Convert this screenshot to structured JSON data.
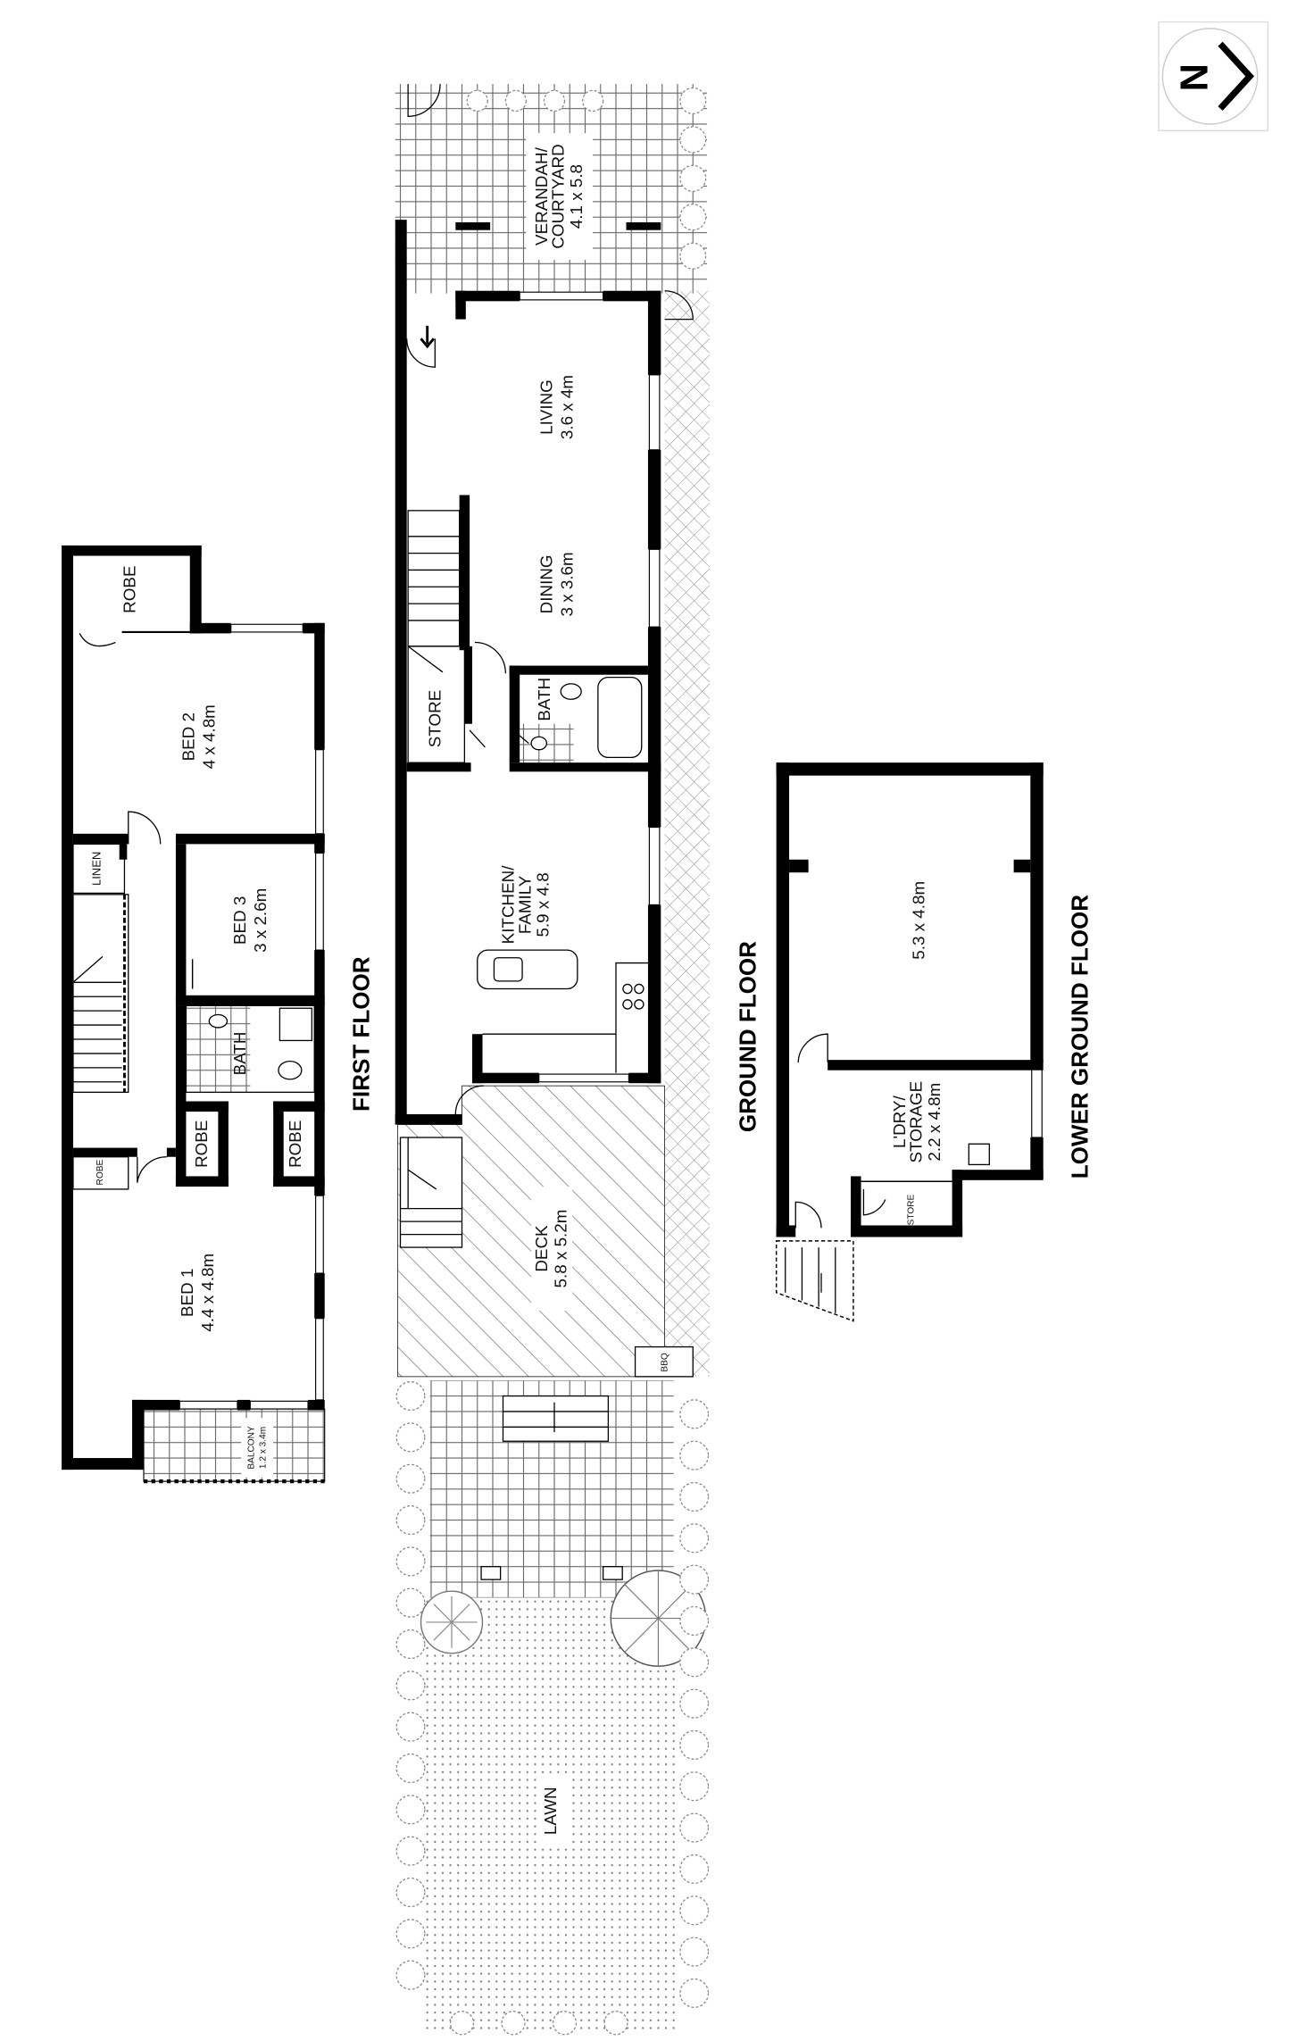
{
  "compass": {
    "letter": "N",
    "icon": "north-arrow-icon"
  },
  "first_floor": {
    "title": "FIRST FLOOR",
    "robe_top": "ROBE",
    "bed2": {
      "name": "BED 2",
      "size": "4 x 4.8m"
    },
    "linen": "LINEN",
    "bed3": {
      "name": "BED 3",
      "size": "3 x 2.6m"
    },
    "bath": "BATH",
    "robe_left": "ROBE",
    "robe_right": "ROBE",
    "robe_small": "ROBE",
    "bed1": {
      "name": "BED 1",
      "size": "4.4 x 4.8m"
    },
    "balcony": {
      "name": "BALCONY",
      "size": "1.2 x 3.4m"
    }
  },
  "ground_floor": {
    "title": "GROUND FLOOR",
    "verandah": {
      "line1": "VERANDAH/",
      "line2": "COURTYARD",
      "size": "4.1 x 5.8"
    },
    "living": {
      "name": "LIVING",
      "size": "3.6 x 4m"
    },
    "dining": {
      "name": "DINING",
      "size": "3 x 3.6m"
    },
    "store": "STORE",
    "bath": "BATH",
    "kitchen": {
      "line1": "KITCHEN/",
      "line2": "FAMILY",
      "size": "5.9 x 4.8"
    },
    "deck": {
      "name": "DECK",
      "size": "5.8 x 5.2m"
    },
    "bbq": "BBQ",
    "lawn": "LAWN"
  },
  "lower_ground_floor": {
    "title": "LOWER GROUND FLOOR",
    "room": {
      "size": "5.3 x 4.8m"
    },
    "laundry": {
      "line1": "L'DRY/",
      "line2": "STORAGE",
      "size": "2.2 x 4.8m"
    },
    "store": "STORE"
  },
  "colors": {
    "walls": "#000000",
    "background": "#ffffff",
    "paving_lines": "#6a6a6a"
  }
}
